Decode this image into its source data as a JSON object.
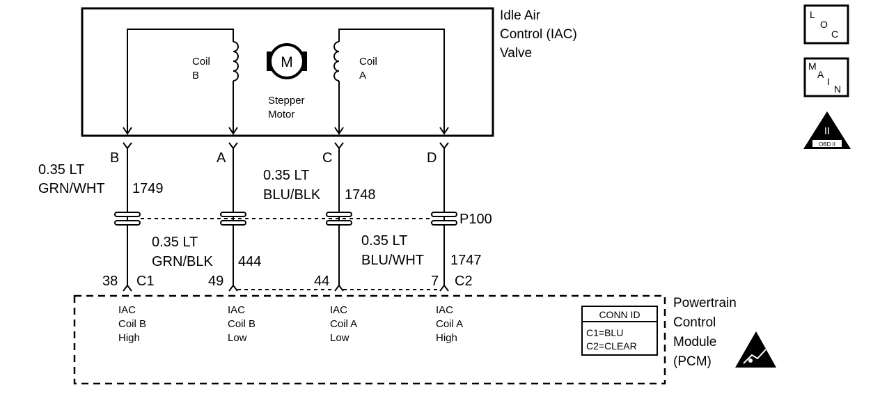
{
  "component": {
    "name_lines": [
      "Idle Air",
      "Control (IAC)",
      "Valve"
    ]
  },
  "motor": {
    "symbol": "M",
    "label_lines": [
      "Stepper",
      "Motor"
    ]
  },
  "coils": [
    {
      "id": "coil-b",
      "lines": [
        "Coil",
        "B"
      ]
    },
    {
      "id": "coil-a",
      "lines": [
        "Coil",
        "A"
      ]
    }
  ],
  "terminals": [
    "B",
    "A",
    "C",
    "D"
  ],
  "wires": [
    {
      "id": "w1749",
      "gauge": "0.35 LT",
      "color": "GRN/WHT",
      "circuit": "1749"
    },
    {
      "id": "w444",
      "gauge": "0.35 LT",
      "color": "GRN/BLK",
      "circuit": "444"
    },
    {
      "id": "w1748",
      "gauge": "0.35 LT",
      "color": "BLU/BLK",
      "circuit": "1748"
    },
    {
      "id": "w1747",
      "gauge": "0.35 LT",
      "color": "BLU/WHT",
      "circuit": "1747"
    }
  ],
  "connector": {
    "id": "P100"
  },
  "pins": [
    {
      "number": "38",
      "connector": "C1"
    },
    {
      "number": "49",
      "connector": ""
    },
    {
      "number": "44",
      "connector": ""
    },
    {
      "number": "7",
      "connector": "C2"
    }
  ],
  "pcm": {
    "name_lines": [
      "Powertrain",
      "Control",
      "Module",
      "(PCM)"
    ],
    "inputs": [
      {
        "lines": [
          "IAC",
          "Coil B",
          "High"
        ]
      },
      {
        "lines": [
          "IAC",
          "Coil B",
          "Low"
        ]
      },
      {
        "lines": [
          "IAC",
          "Coil A",
          "Low"
        ]
      },
      {
        "lines": [
          "IAC",
          "Coil A",
          "High"
        ]
      }
    ],
    "conn_id": {
      "title": "CONN ID",
      "rows": [
        "C1=BLU",
        "C2=CLEAR"
      ]
    }
  },
  "side_icons": {
    "loc": [
      "L",
      "O",
      "C"
    ],
    "main": [
      "M",
      "A",
      "I",
      "N"
    ],
    "obd": {
      "numeral": "II",
      "caption": "OBD II"
    }
  }
}
